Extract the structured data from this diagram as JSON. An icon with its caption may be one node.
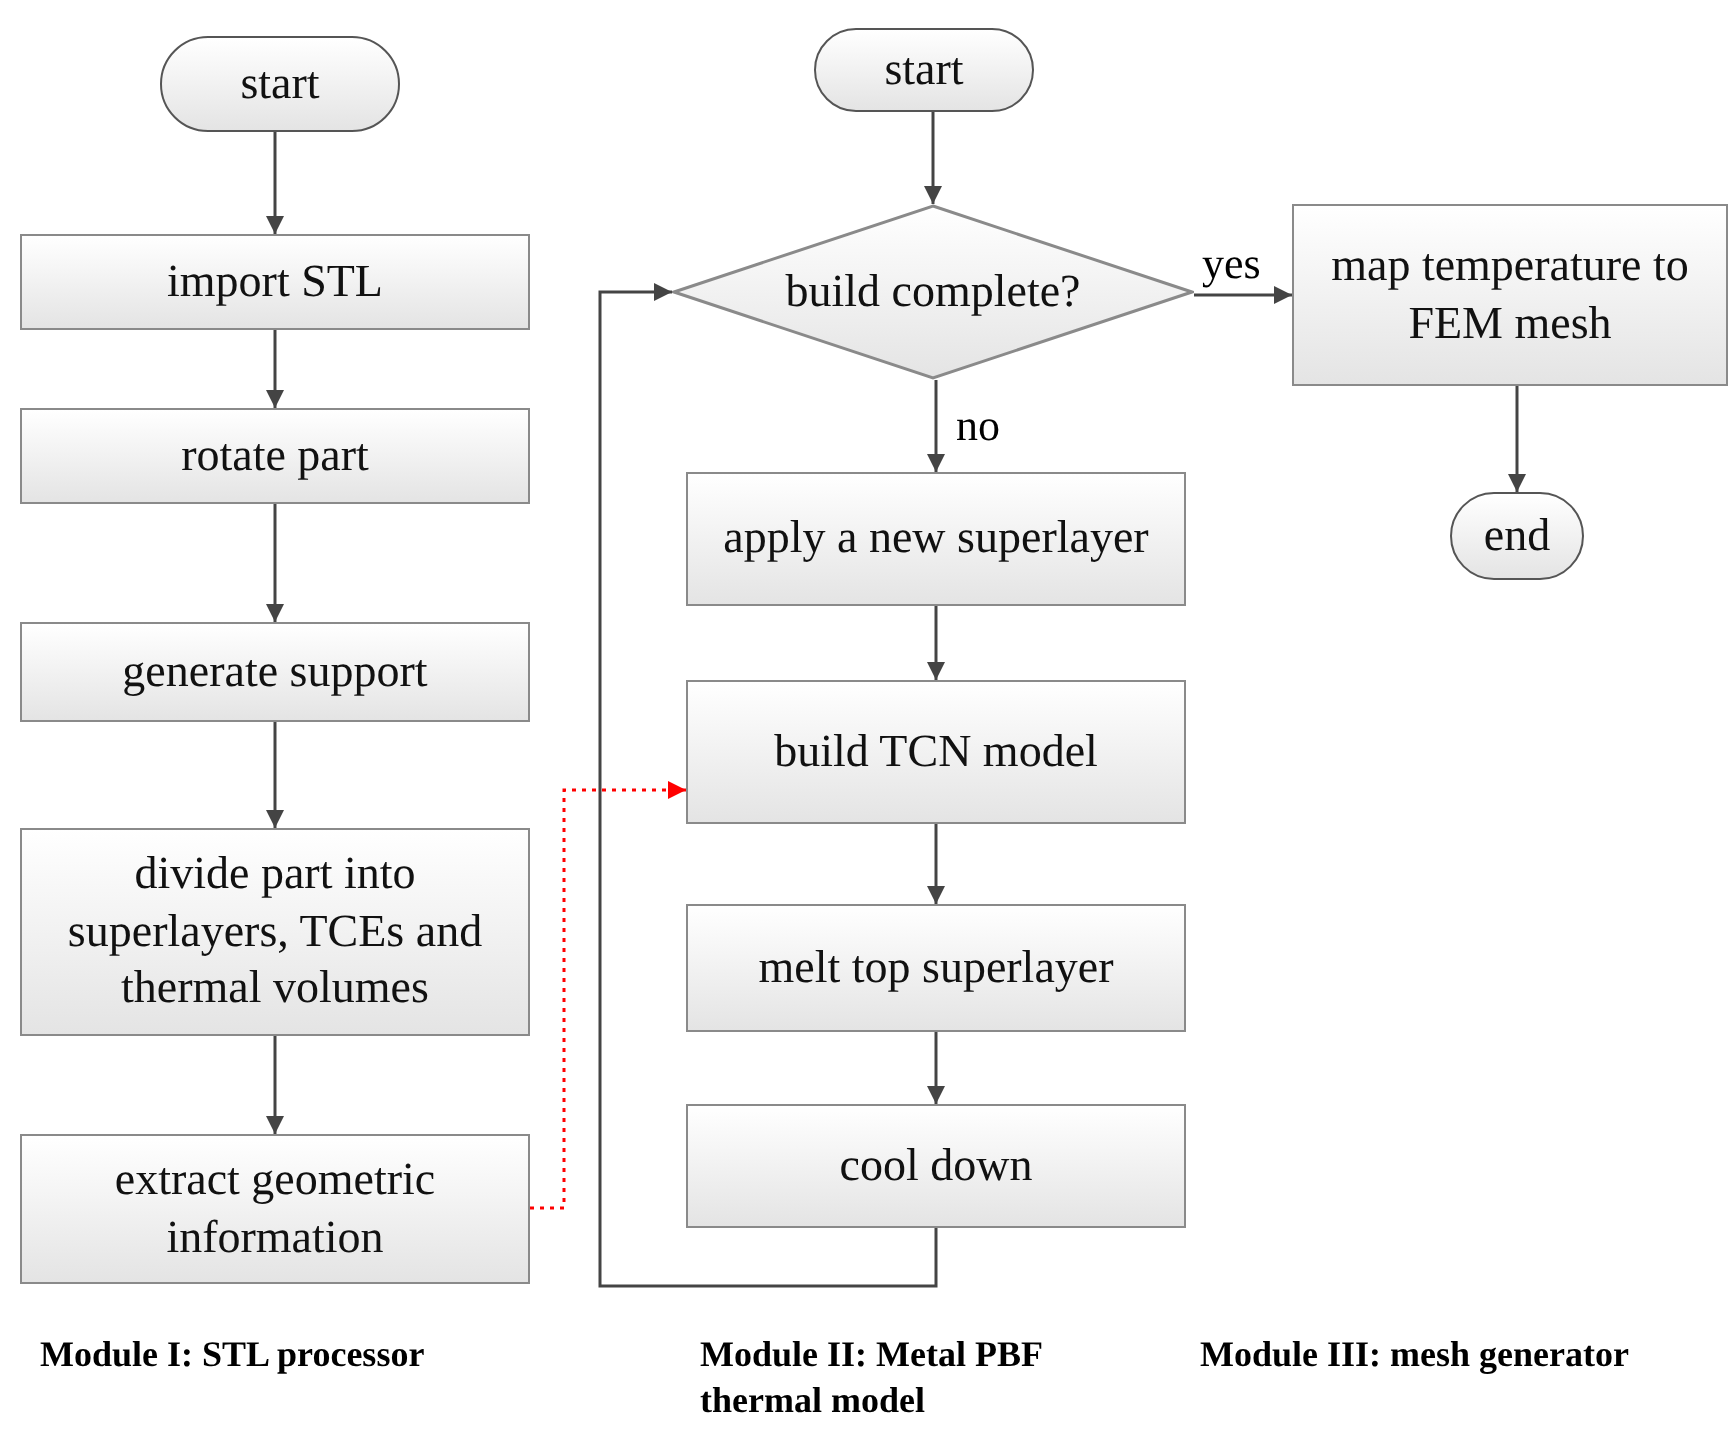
{
  "diagram": {
    "nodes": [
      {
        "text": [
          "start"
        ]
      },
      {
        "text": [
          "import STL"
        ]
      },
      {
        "text": [
          "rotate part"
        ]
      },
      {
        "text": [
          "generate support"
        ]
      },
      {
        "text": [
          "divide part into superlayers, TCEs and thermal volumes"
        ]
      },
      {
        "text": [
          "extract geometric information"
        ]
      },
      {
        "text": [
          "start"
        ]
      },
      {
        "text": [
          "build complete?"
        ]
      },
      {
        "text": [
          "apply a new superlayer"
        ]
      },
      {
        "text": [
          "build TCN model"
        ]
      },
      {
        "text": [
          "melt top superlayer"
        ]
      },
      {
        "text": [
          "cool down"
        ]
      },
      {
        "text": [
          "map temperature to FEM mesh"
        ]
      },
      {
        "text": [
          "end"
        ]
      }
    ],
    "edges": [
      {
        "from": 0,
        "to": 1,
        "arrow": "to"
      },
      {
        "from": 1,
        "to": 2,
        "arrow": "to"
      },
      {
        "from": 2,
        "to": 3,
        "arrow": "to"
      },
      {
        "from": 3,
        "to": 4,
        "arrow": "to"
      },
      {
        "from": 4,
        "to": 5,
        "arrow": "to"
      },
      {
        "from": 5,
        "to": 9,
        "arrow": "to",
        "style": "dashed",
        "color": "#ff0000"
      },
      {
        "from": 6,
        "to": 7,
        "arrow": "to"
      },
      {
        "from": 7,
        "to": 12,
        "arrow": "to",
        "label": "yes"
      },
      {
        "from": 7,
        "to": 8,
        "arrow": "to",
        "label": "no"
      },
      {
        "from": 8,
        "to": 9,
        "arrow": "to"
      },
      {
        "from": 9,
        "to": 10,
        "arrow": "to"
      },
      {
        "from": 10,
        "to": 11,
        "arrow": "to"
      },
      {
        "from": 11,
        "to": 7,
        "arrow": "to"
      },
      {
        "from": 12,
        "to": 13,
        "arrow": "to"
      }
    ],
    "labels": [
      "Module I: STL processor",
      "Module II: Metal PBF thermal model",
      "Module III: mesh generator"
    ]
  }
}
